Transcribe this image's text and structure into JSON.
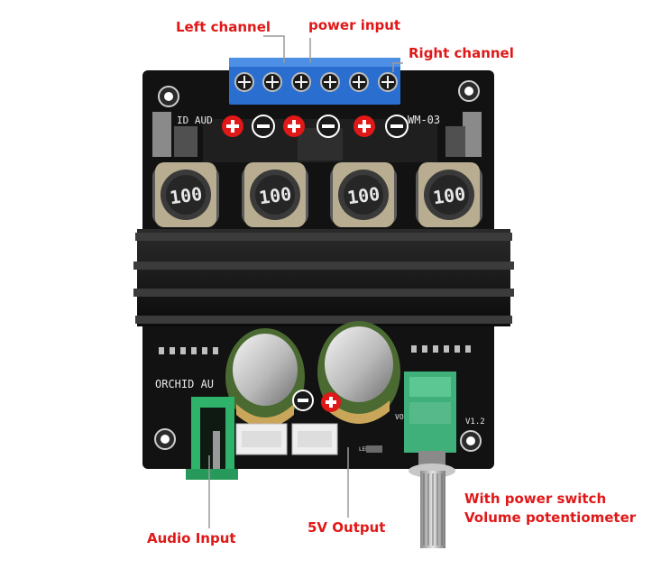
{
  "labels": {
    "left_channel": "Left channel",
    "power_input": "power input",
    "right_channel": "Right channel",
    "audio_input": "Audio Input",
    "five_v_output": "5V Output",
    "pot_line1": "With power switch",
    "pot_line2": "Volume potentiometer"
  },
  "board_text": {
    "brand_top": "ID AUD",
    "model": "WM-03",
    "brand_bottom": "ORCHID AU",
    "version": "V1.2",
    "vol": "VOL",
    "led": "LED",
    "inductor": "100"
  },
  "colors": {
    "label_red": "#e01818",
    "pcb": "#121212",
    "terminal_blue": "#2a6fd0",
    "jack_green": "#2fb36a",
    "pot_green": "#3fb07a"
  }
}
